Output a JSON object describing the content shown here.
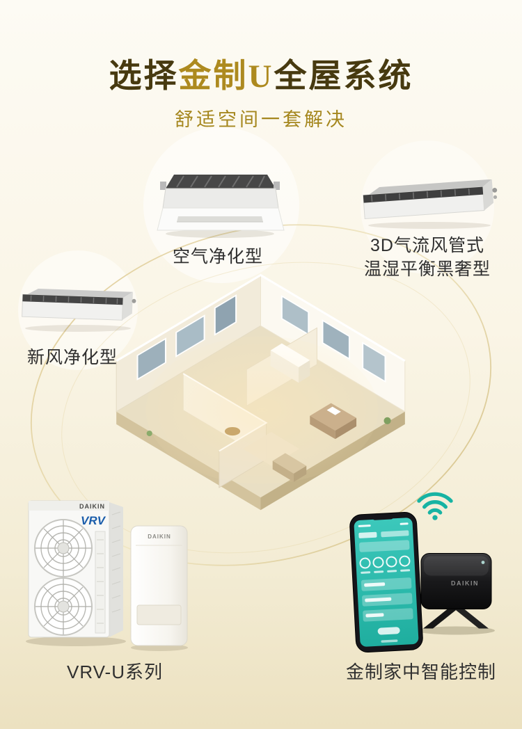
{
  "header": {
    "title_prefix": "选择",
    "title_highlight": "金制U",
    "title_suffix": "全屋系统",
    "subtitle": "舒适空间一套解决"
  },
  "products": {
    "air_purifier_duct": {
      "label": "空气净化型"
    },
    "airflow_duct": {
      "label_line1": "3D气流风管式",
      "label_line2": "温湿平衡黑奢型"
    },
    "fresh_air_duct": {
      "label": "新风净化型"
    },
    "vrv_outdoor": {
      "label": "VRV-U系列",
      "brand": "DAIKIN",
      "logo": "VRV"
    },
    "smart_control": {
      "label": "金制家中智能控制",
      "brand": "DAIKIN"
    }
  },
  "colors": {
    "title_dark": "#473a10",
    "gold": "#ad8a1f",
    "label_text": "#2f2f2f",
    "wifi_teal": "#17b3a3",
    "phone_screen_teal": "#2ec0b2",
    "vrv_logo_blue": "#1a5dab",
    "background_top": "#fdfbf4",
    "background_bottom": "#ece1c0"
  },
  "icons": {
    "wifi": "wifi-icon"
  }
}
